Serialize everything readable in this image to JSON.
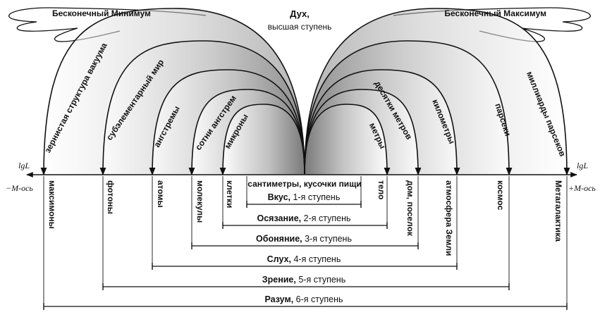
{
  "top": {
    "spirit_title": "Дух,",
    "spirit_sub": "высшая ступень",
    "left_infinity": "Бесконечный Минимум",
    "right_infinity": "Бесконечный Максимум"
  },
  "axis": {
    "left_label": "lgL",
    "right_label": "lgL",
    "left_end": "−M-ось",
    "right_end": "+M-ось"
  },
  "arcs_left": [
    "зернистая структура вакуума",
    "субэлементарный мир",
    "ангстремы",
    "сотни ангстрем",
    "микроны"
  ],
  "arcs_right": [
    "миллиарды парсеков",
    "парсеки",
    "километры",
    "десятки метров",
    "метры"
  ],
  "below_left": [
    "максимоны",
    "фотоны",
    "атомы",
    "молекулы",
    "клетки"
  ],
  "below_right": [
    "Метагалактика",
    "космос",
    "атмосфера Земли",
    "дом, поселок",
    "тело"
  ],
  "center_label": "сантиметры, кусочки пищи",
  "levels": [
    {
      "sense": "Вкус,",
      "rank": "1-я ступень"
    },
    {
      "sense": "Осязание,",
      "rank": "2-я ступень"
    },
    {
      "sense": "Обоняние,",
      "rank": "3-я ступень"
    },
    {
      "sense": "Слух,",
      "rank": "4-я ступень"
    },
    {
      "sense": "Зрение,",
      "rank": "5-я ступень"
    },
    {
      "sense": "Разум,",
      "rank": "6-я ступень"
    }
  ]
}
